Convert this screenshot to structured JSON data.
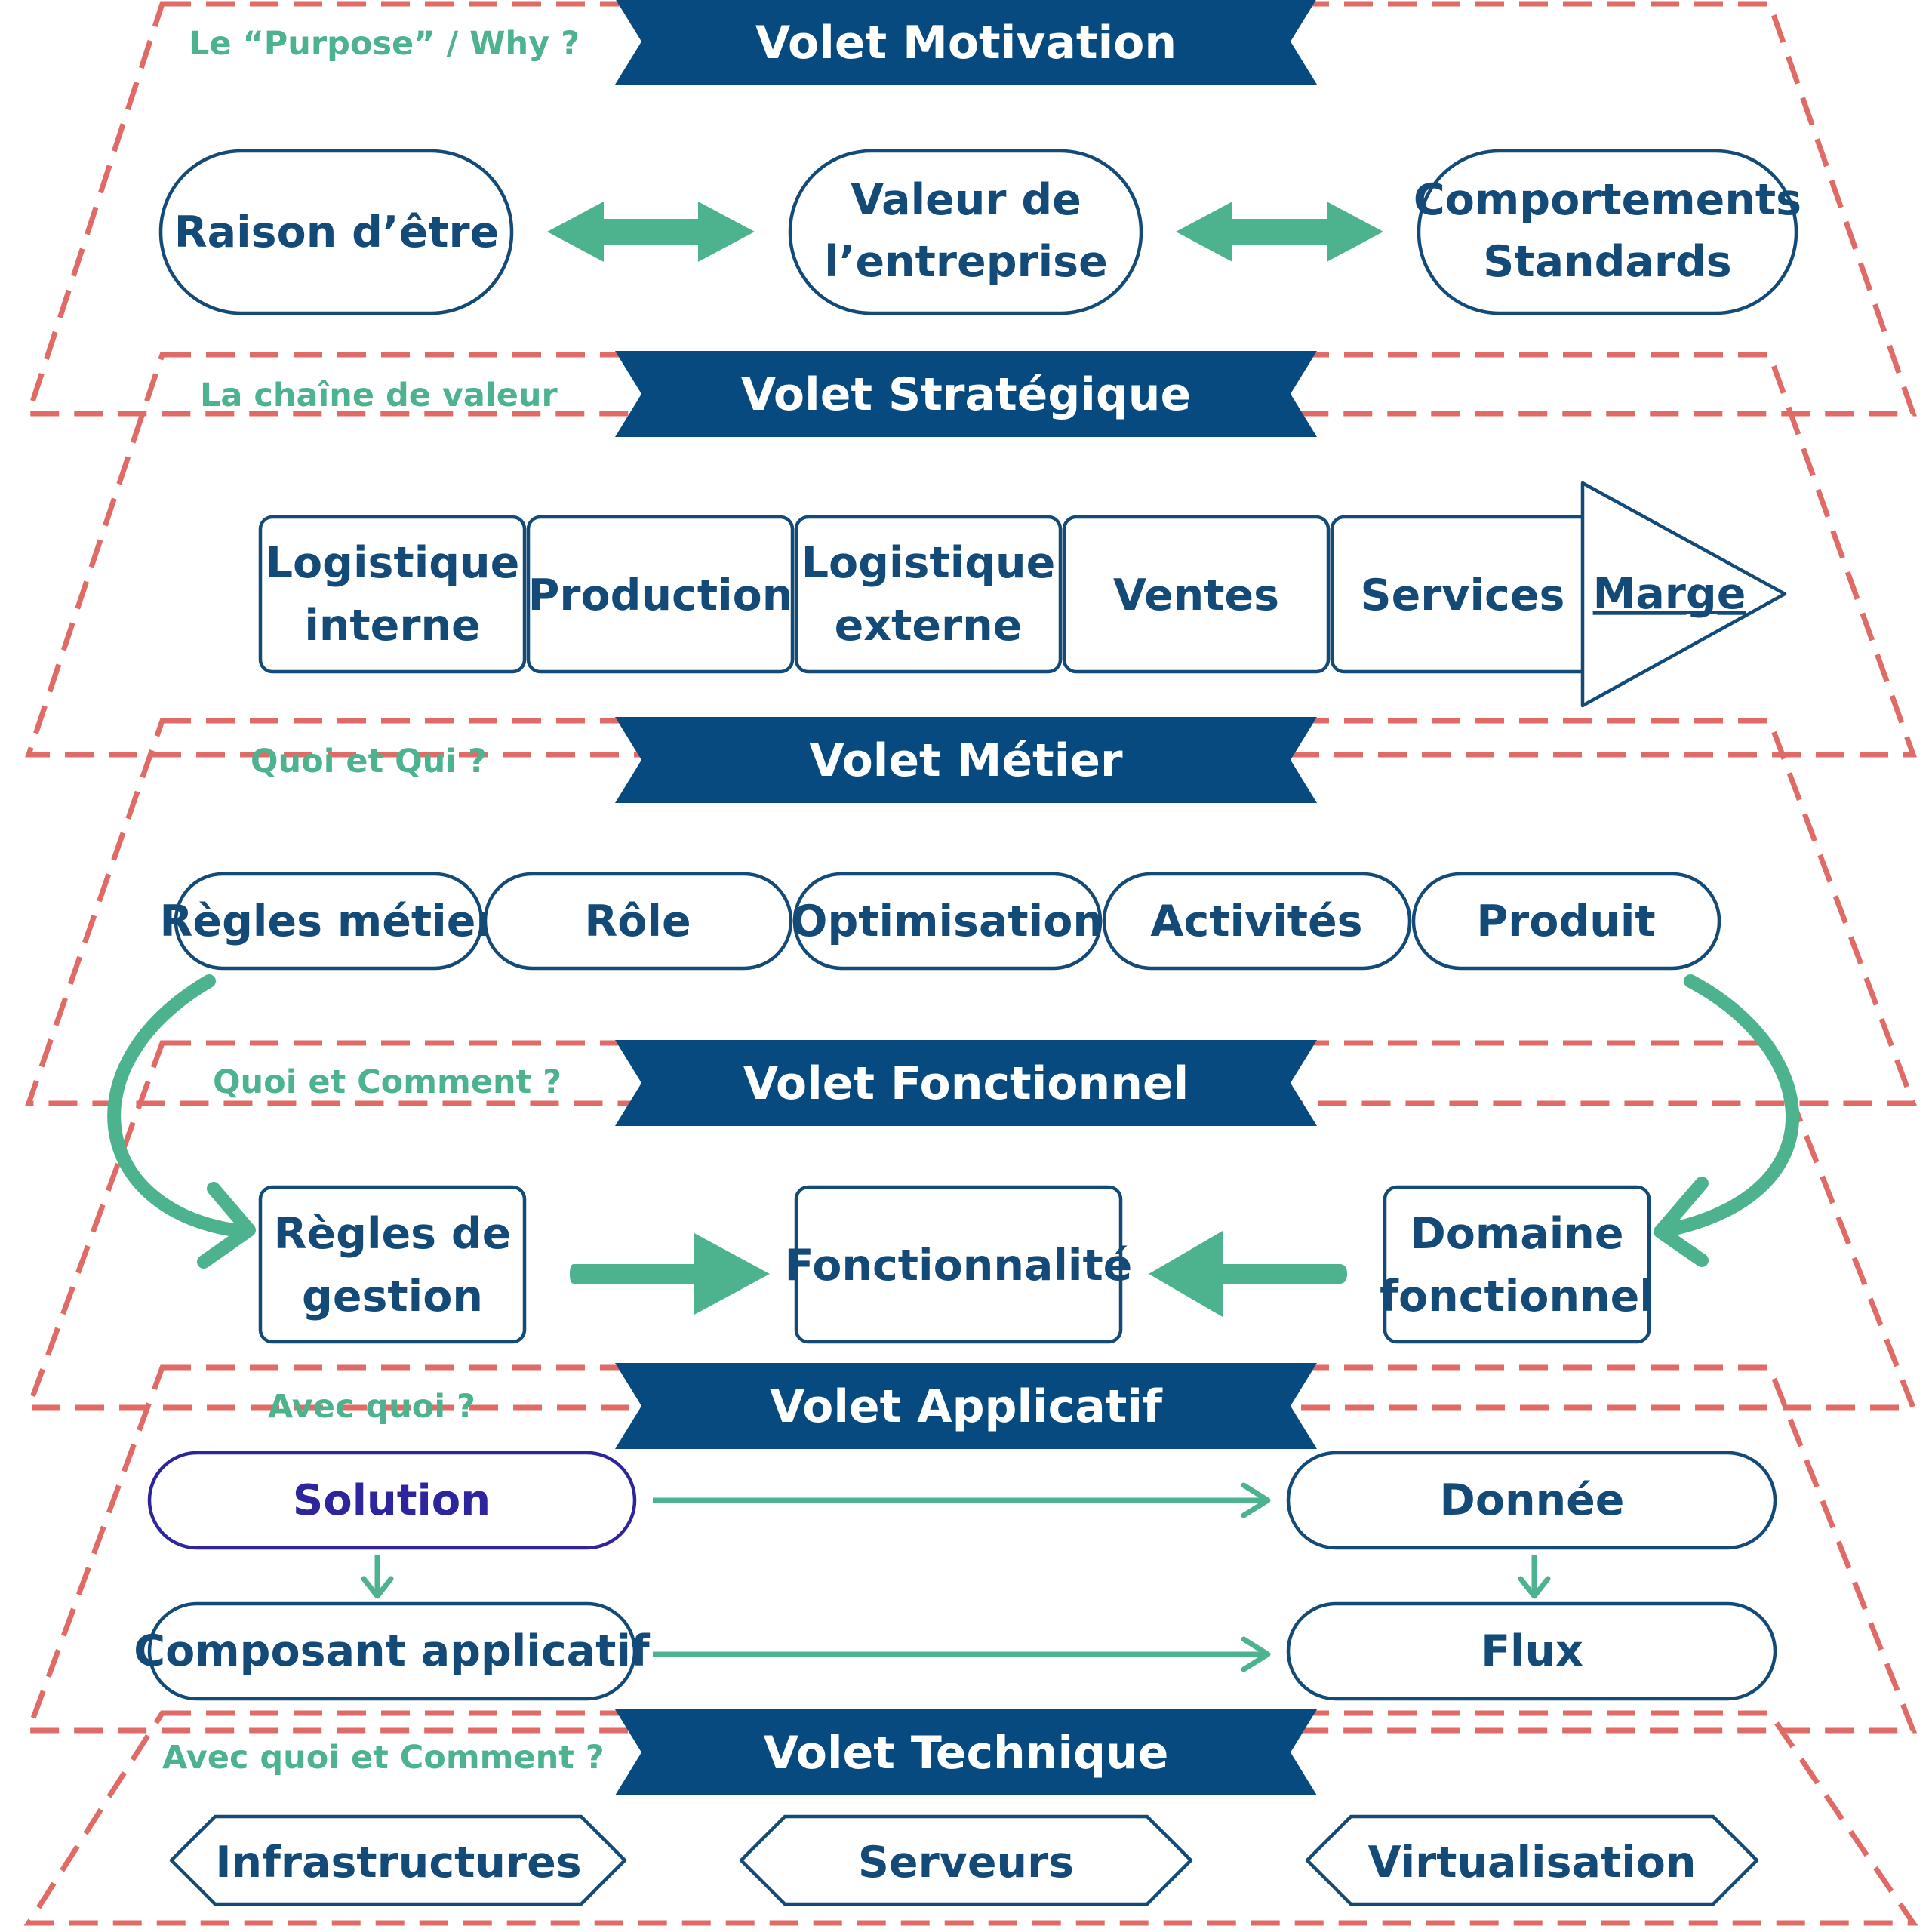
{
  "colors": {
    "navy": "#064a7f",
    "text_blue": "#134a77",
    "green": "#4db38e",
    "dashed_red": "#e06b66",
    "solution_purple": "#2d249e"
  },
  "motivation": {
    "banner": "Volet Motivation",
    "question": "Le “Purpose” / Why ?",
    "raison": "Raison d’être",
    "valeur": [
      "Valeur de",
      "l’entreprise"
    ],
    "comportements": [
      "Comportements",
      "Standards"
    ]
  },
  "strategique": {
    "banner": "Volet Stratégique",
    "question": "La chaîne de valeur",
    "logistique_interne": [
      "Logistique",
      "interne"
    ],
    "production": "Production",
    "logistique_externe": [
      "Logistique",
      "externe"
    ],
    "ventes": "Ventes",
    "services": "Services",
    "marge": "Marge"
  },
  "metier": {
    "banner": "Volet Métier",
    "question": "Quoi et Qui ?",
    "regles_metier": "Règles métier",
    "role": "Rôle",
    "optimisation": "Optimisation",
    "activites": "Activités",
    "produit": "Produit"
  },
  "fonctionnel": {
    "banner": "Volet Fonctionnel",
    "question": "Quoi et Comment ?",
    "regles_gestion": [
      "Règles de",
      "gestion"
    ],
    "fonctionnalite": "Fonctionnalité",
    "domaine": [
      "Domaine",
      "fonctionnel"
    ]
  },
  "applicatif": {
    "banner": "Volet Applicatif",
    "question": "Avec quoi ?",
    "solution": "Solution",
    "donnee": "Donnée",
    "composant": "Composant applicatif",
    "flux": "Flux"
  },
  "technique": {
    "banner": "Volet Technique",
    "question": "Avec quoi et Comment ?",
    "infrastructures": "Infrastructures",
    "serveurs": "Serveurs",
    "virtualisation": "Virtualisation"
  }
}
